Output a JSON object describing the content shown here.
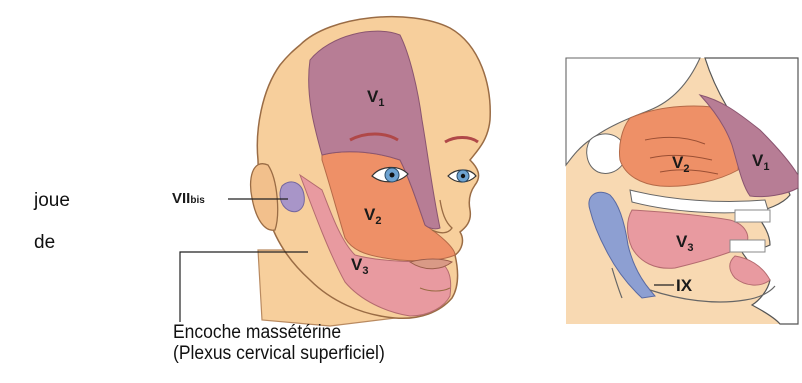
{
  "side_text": {
    "line1": "joue",
    "line2": "de"
  },
  "face": {
    "label_v1": "V",
    "label_v1_sub": "1",
    "label_v2": "V",
    "label_v2_sub": "2",
    "label_v3": "V",
    "label_v3_sub": "3",
    "label_vii": "VII",
    "label_vii_sub": "bis"
  },
  "section": {
    "label_v1": "V",
    "label_v1_sub": "1",
    "label_v2": "V",
    "label_v2_sub": "2",
    "label_v3": "V",
    "label_v3_sub": "3",
    "label_ix": "IX"
  },
  "caption": {
    "line1": "Encoche massétérine",
    "line2": "(Plexus cervical superficiel)"
  },
  "colors": {
    "skin": "#f7cf9c",
    "v1_zone": "#b77d95",
    "v2_zone": "#ee9067",
    "v3_zone": "#e89aa0",
    "vii_zone": "#a895c8",
    "ix_zone": "#8d9fd2",
    "section_bg": "#f8d9b2"
  }
}
